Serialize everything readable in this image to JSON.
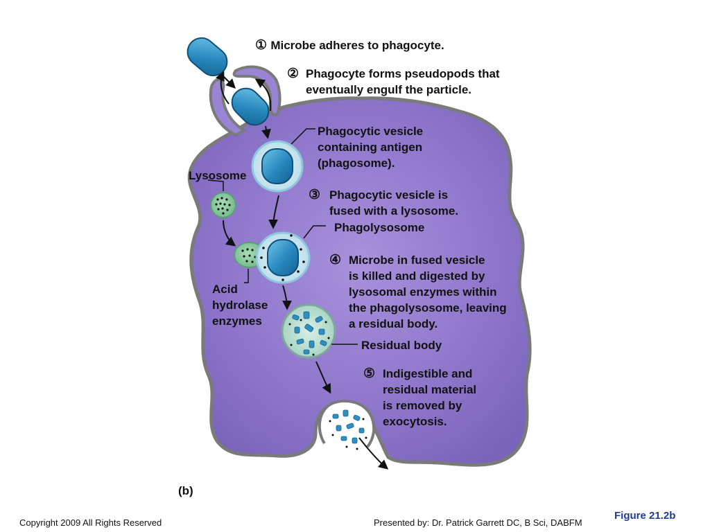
{
  "steps": [
    {
      "number": "①",
      "text": "Microbe adheres to phagocyte."
    },
    {
      "number": "②",
      "line1": "Phagocyte forms pseudopods that",
      "line2": "eventually engulf the particle."
    },
    {
      "number": "③",
      "line1": "Phagocytic vesicle is",
      "line2": "fused with a lysosome."
    },
    {
      "number": "④",
      "lines": [
        "Microbe in fused vesicle",
        "is killed and digested by",
        "lysosomal enzymes within",
        "the phagolysosome, leaving",
        "a residual body."
      ]
    },
    {
      "number": "⑤",
      "lines": [
        "Indigestible and",
        "residual material",
        "is removed by",
        "exocytosis."
      ]
    }
  ],
  "labels": {
    "phagosome": [
      "Phagocytic vesicle",
      "containing antigen",
      "(phagosome)."
    ],
    "lysosome": "Lysosome",
    "phagolysosome": "Phagolysosome",
    "acid_hydrolase": [
      "Acid",
      "hydrolase",
      "enzymes"
    ],
    "residual_body": "Residual body"
  },
  "panel_label": "(b)",
  "figure_number": "Figure 21.2b",
  "footer": {
    "copyright": "Copyright 2009 All Rights Reserved",
    "presenter": "Presented by: Dr. Patrick Garrett DC, B Sci, DABFM"
  },
  "colors": {
    "cell_fill": "#8a72c8",
    "cell_outline": "#7a7a7a",
    "microbe": "#2f8fc0",
    "lysosome": "#7fc49a",
    "vesicle": "#cfe8f2",
    "figure_text": "#1f3a93"
  }
}
